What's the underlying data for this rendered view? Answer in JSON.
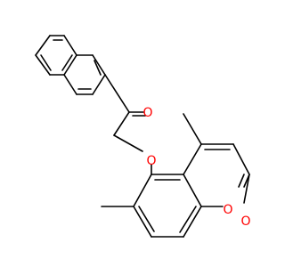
{
  "molecule": {
    "atoms": {
      "ketone_o": {
        "label": "O",
        "color": "#ff0000"
      },
      "ether_o": {
        "label": "O",
        "color": "#ff0000"
      },
      "ring_o": {
        "label": "O",
        "color": "#ff0000"
      },
      "lactone_o": {
        "label": "O",
        "color": "#ff0000"
      }
    },
    "bond_color": "#000000"
  }
}
